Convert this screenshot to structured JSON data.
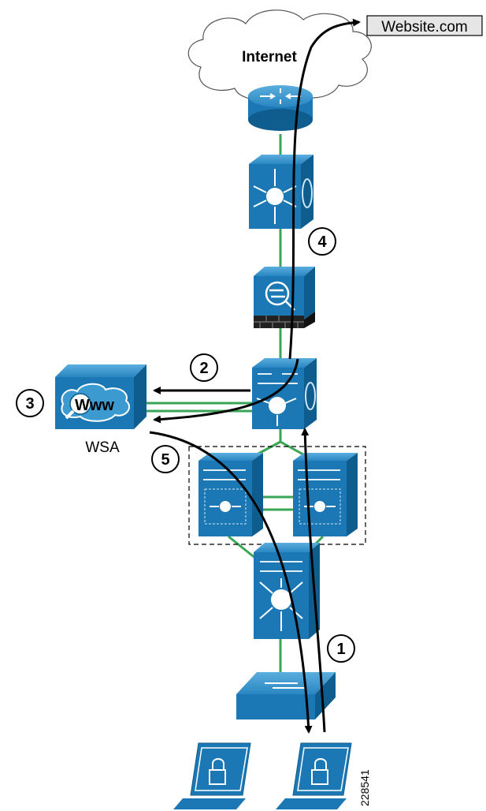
{
  "cloud_label": "Internet",
  "website_label": "Website.com",
  "wsa_label": "WSA",
  "wsa_icon_text": "Www",
  "steps": [
    "1",
    "2",
    "3",
    "4",
    "5"
  ],
  "figure_id": "228541",
  "colors": {
    "device_blue": "#1b78b4",
    "device_dark": "#0f5d8f",
    "device_light": "#3b9bd1",
    "link_green": "#3aa655",
    "flow_black": "#000000"
  },
  "icons": [
    "router-icon",
    "layer3-switch-icon",
    "firewall-icon",
    "core-switch-icon",
    "distribution-switch-icon",
    "access-switch-icon",
    "laptop-icon",
    "wsa-appliance-icon",
    "cloud-icon"
  ]
}
